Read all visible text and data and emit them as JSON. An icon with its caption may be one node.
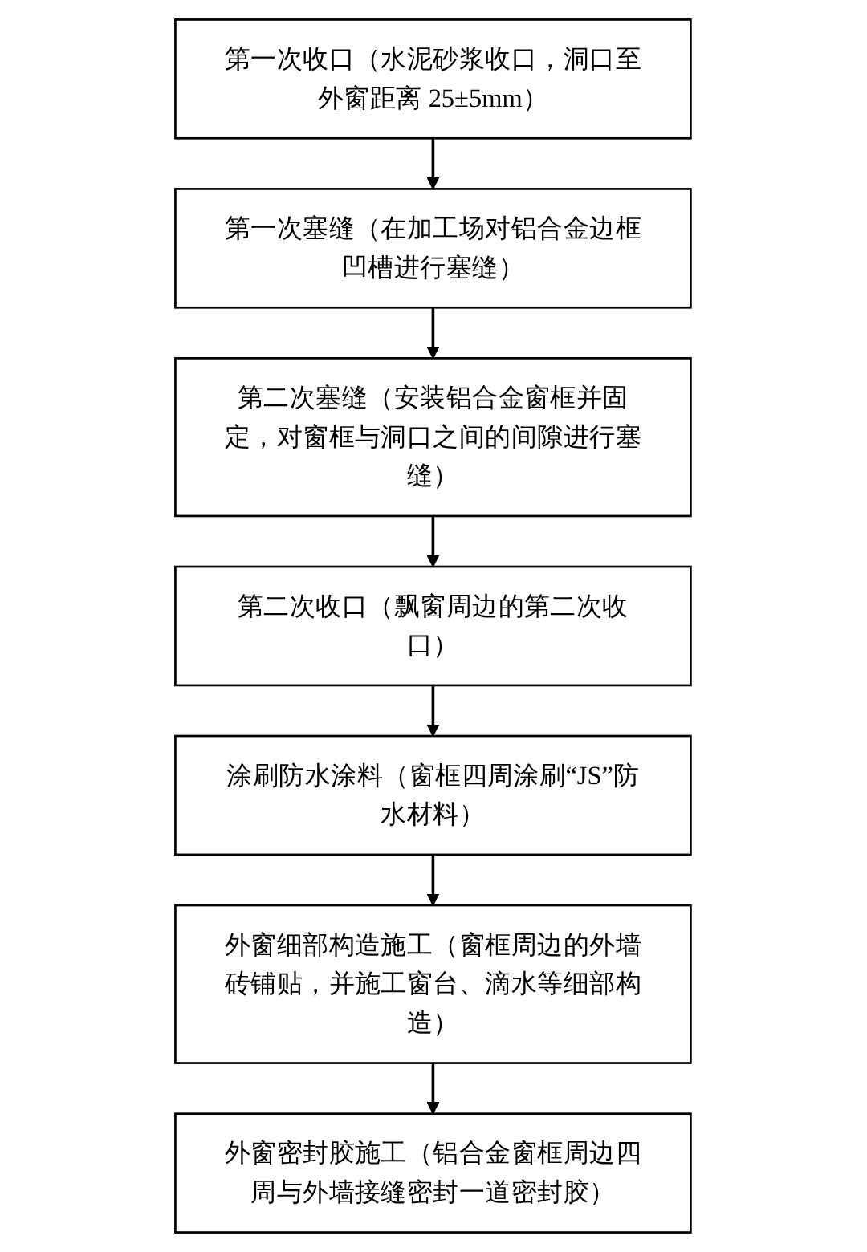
{
  "diagram": {
    "nodes": [
      {
        "text": [
          "第一次收口（水泥砂浆收口，洞口至外窗距离 25±5mm）"
        ]
      },
      {
        "text": [
          "第一次塞缝（在加工场对铝合金边框凹槽进行塞缝）"
        ]
      },
      {
        "text": [
          "第二次塞缝（安装铝合金窗框并固定，对窗框与洞口之间的间隙进行塞缝）"
        ]
      },
      {
        "text": [
          "第二次收口（飘窗周边的第二次收口）"
        ]
      },
      {
        "text": [
          "涂刷防水涂料（窗框四周涂刷“JS”防水材料）"
        ]
      },
      {
        "text": [
          "外窗细部构造施工（窗框周边的外墙砖铺贴，并施工窗台、滴水等细部构造）"
        ]
      },
      {
        "text": [
          "外窗密封胶施工（铝合金窗框周边四周与外墙接缝密封一道密封胶）"
        ]
      }
    ],
    "edges": [
      {
        "from": 0,
        "to": 1,
        "arrow": "to"
      },
      {
        "from": 1,
        "to": 2,
        "arrow": "to"
      },
      {
        "from": 2,
        "to": 3,
        "arrow": "to"
      },
      {
        "from": 3,
        "to": 4,
        "arrow": "to"
      },
      {
        "from": 4,
        "to": 5,
        "arrow": "to"
      },
      {
        "from": 5,
        "to": 6,
        "arrow": "to"
      }
    ]
  }
}
